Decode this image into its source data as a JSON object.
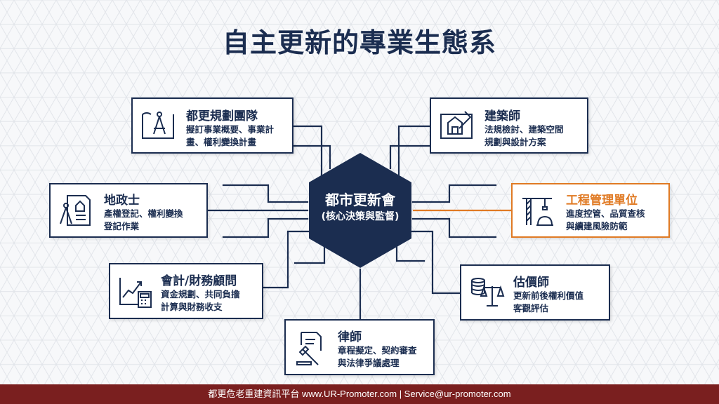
{
  "title": "自主更新的專業生態系",
  "hub": {
    "title": "都市更新會",
    "subtitle": "(核心決策與監督)"
  },
  "cards": [
    {
      "id": "planning",
      "title": "都更規劃團隊",
      "desc": [
        "擬訂事業概要、事業計",
        "畫、權利變換計畫"
      ],
      "icon": "blueprint-compass-icon"
    },
    {
      "id": "architect",
      "title": "建築師",
      "desc": [
        "法規檢討、建築空間",
        "規劃與設計方案"
      ],
      "icon": "architecture-drawing-icon"
    },
    {
      "id": "land",
      "title": "地政士",
      "desc": [
        "產權登記、權利變換",
        "登記作業"
      ],
      "icon": "land-document-compass-icon"
    },
    {
      "id": "engineering",
      "title": "工程管理單位",
      "desc": [
        "進度控管、品質查核",
        "與續建風險防範"
      ],
      "icon": "crane-helmet-icon",
      "highlight": true
    },
    {
      "id": "finance",
      "title": "會計/財務顧問",
      "desc": [
        "資金規劃、共同負擔",
        "計算與財務收支"
      ],
      "icon": "chart-calculator-icon"
    },
    {
      "id": "appraiser",
      "title": "估價師",
      "desc": [
        "更新前後權利價值",
        "客觀評估"
      ],
      "icon": "coins-scale-icon"
    },
    {
      "id": "lawyer",
      "title": "律師",
      "desc": [
        "章程擬定、契約審查",
        "與法律爭議處理"
      ],
      "icon": "gavel-document-icon"
    }
  ],
  "footer": "都更危老重建資訊平台 www.UR-Promoter.com | Service@ur-promoter.com",
  "colors": {
    "navy": "#1b2d50",
    "orange": "#e07a24",
    "footer": "#7a1f1f"
  }
}
